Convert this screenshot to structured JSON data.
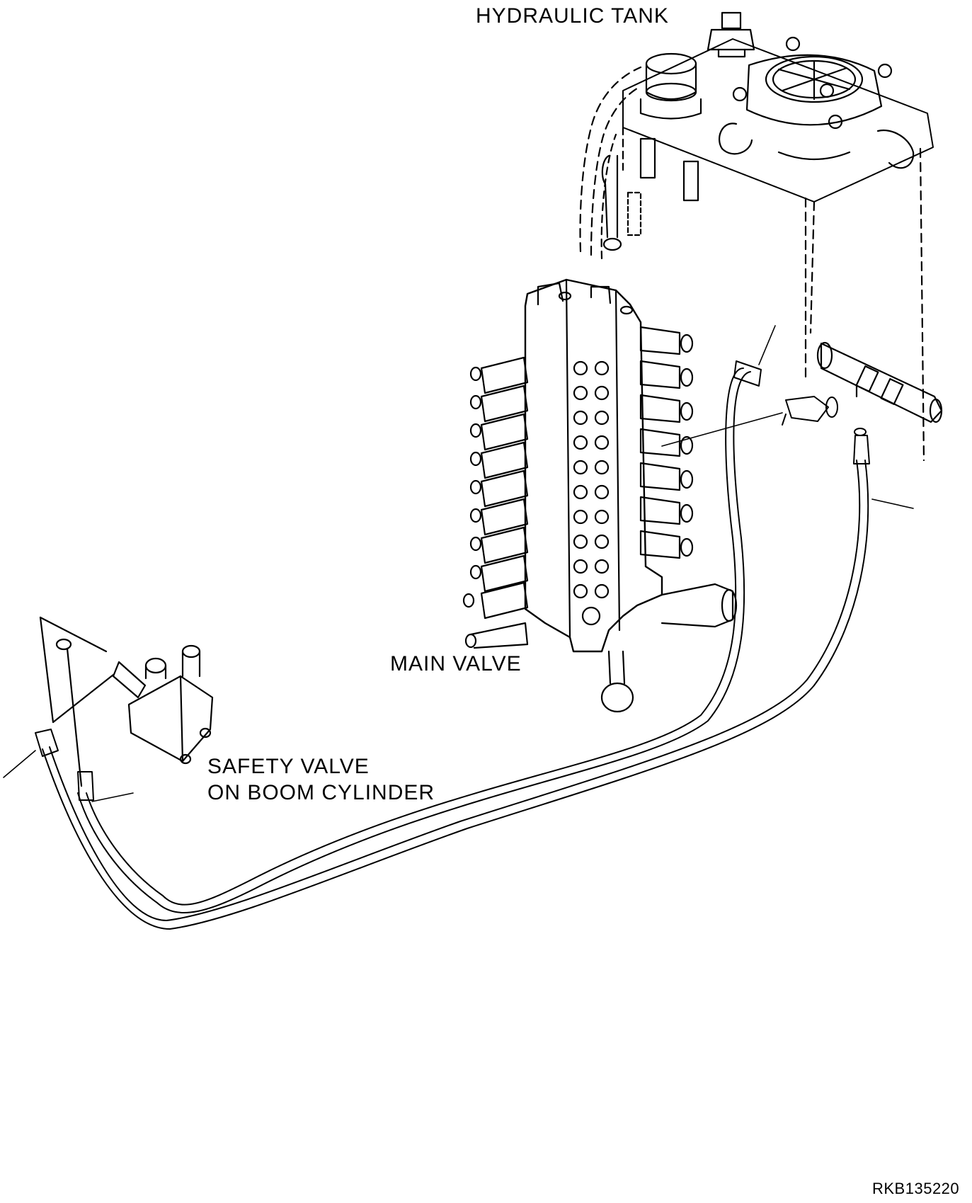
{
  "labels": {
    "hydraulic_tank": "HYDRAULIC TANK",
    "main_valve": "MAIN VALVE",
    "safety_valve_line1": "SAFETY VALVE",
    "safety_valve_line2": "ON BOOM CYLINDER"
  },
  "drawing_code": "RKB135220",
  "colors": {
    "ink": "#000000",
    "paper": "#ffffff"
  }
}
